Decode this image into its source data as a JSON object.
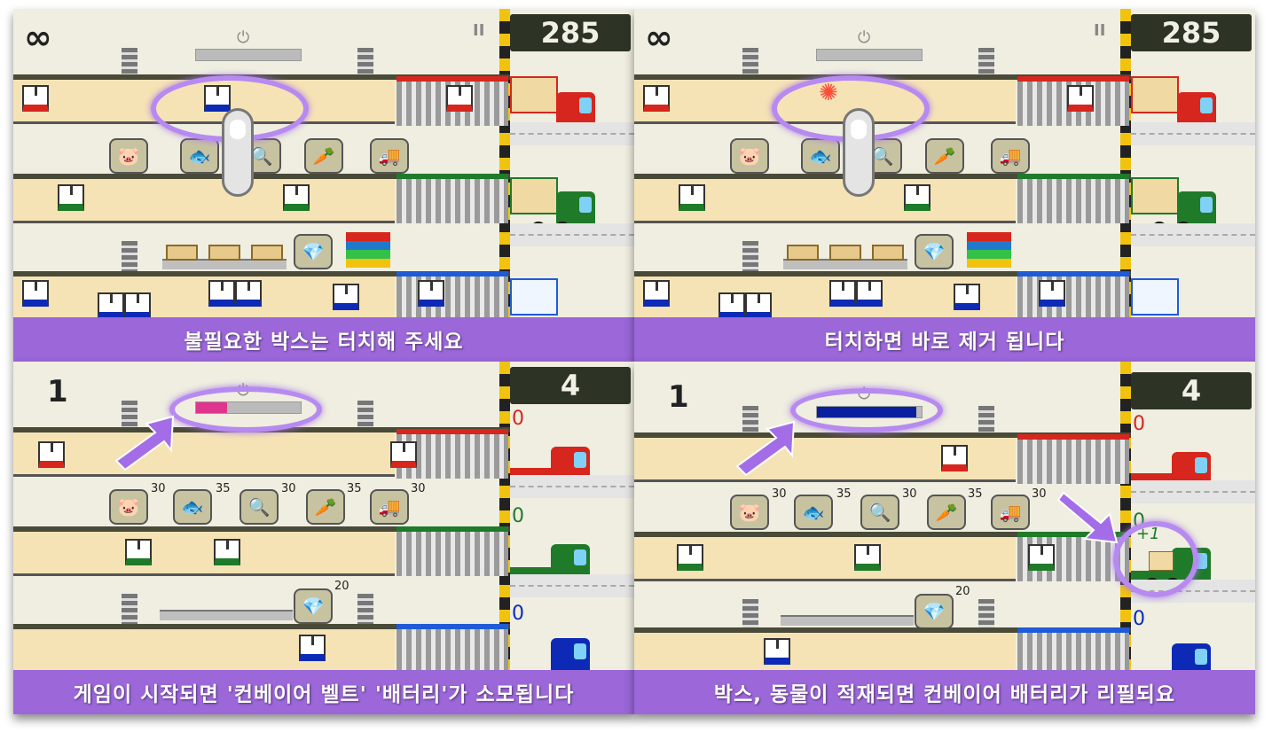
{
  "panels": [
    {
      "caption": "불필요한 박스는 터치해 주세요",
      "counter": "∞",
      "score": "285",
      "pause": "II",
      "power": "⏻"
    },
    {
      "caption": "터치하면 바로 제거 됩니다",
      "counter": "∞",
      "score": "285",
      "pause": "II",
      "power": "⏻"
    },
    {
      "caption": "게임이 시작되면 '컨베이어 벨트' '배터리'가 소모됩니다",
      "counter": "1",
      "score": "4",
      "power": "⏻",
      "battery_level": 0.3,
      "lane_counts": [
        "0",
        "0",
        "0"
      ],
      "tool_numbers": [
        "30",
        "35",
        "30",
        "35",
        "30",
        "20"
      ]
    },
    {
      "caption": "박스, 동물이 적재되면 컨베이어 배터리가 리필되요",
      "counter": "1",
      "score": "4",
      "power": "⏻",
      "battery_level": 0.95,
      "lane_counts": [
        "0",
        "0",
        "0"
      ],
      "tool_numbers": [
        "30",
        "35",
        "30",
        "35",
        "30",
        "20"
      ],
      "plus_one": "+1"
    }
  ],
  "colors": {
    "caption_bg": "#9b67d9",
    "highlight": "#b68af0",
    "lane_red": "#d6261d",
    "lane_green": "#1f7a2a",
    "lane_blue": "#0d2ab6",
    "battery_pink": "#e0358f",
    "battery_blue": "#0a1f9e"
  },
  "icons": [
    "pig-icon",
    "fish-bone-icon",
    "magnifier-icon",
    "bone-carrot-icon",
    "truck-icon",
    "gems-icon"
  ]
}
